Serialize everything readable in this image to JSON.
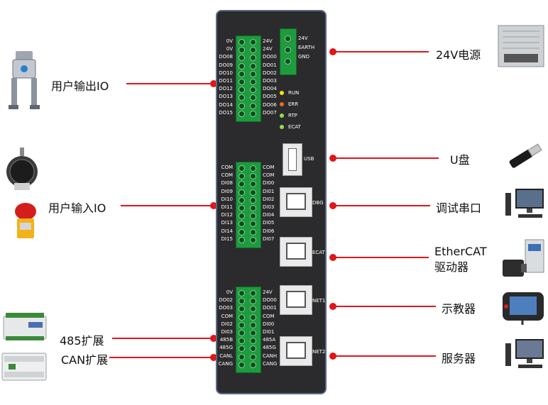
{
  "left_labels": {
    "user_output_io": "用户输出IO",
    "user_input_io": "用户输入IO",
    "rs485": "485扩展",
    "can": "CAN扩展"
  },
  "right_labels": {
    "power": "24V电源",
    "udisk": "U盘",
    "serial": "调试串口",
    "ethercat_line1": "EtherCAT",
    "ethercat_line2": "驱动器",
    "pendant": "示教器",
    "server": "服务器"
  },
  "device": {
    "output_block": {
      "left_pins": [
        "0V",
        "0V",
        "DO08",
        "DO09",
        "DO10",
        "DO11",
        "DO12",
        "DO13",
        "DO14",
        "DO15"
      ],
      "right_pins": [
        "24V",
        "24V",
        "DO00",
        "DO01",
        "DO02",
        "DO03",
        "DO04",
        "DO05",
        "DO06",
        "DO07"
      ]
    },
    "power_pins": [
      "24V",
      "EARTH",
      "GND"
    ],
    "leds": [
      {
        "label": "RUN",
        "color": "#f2e21a"
      },
      {
        "label": "ERR",
        "color": "#f06a1a"
      },
      {
        "label": "RTP",
        "color": "#8fe04a"
      },
      {
        "label": "ECAT",
        "color": "#8fe04a"
      }
    ],
    "usb_label": "USB",
    "input_block": {
      "left_pins": [
        "COM",
        "COM",
        "DI08",
        "DI09",
        "DI10",
        "DI11",
        "DI12",
        "DI13",
        "DI14",
        "DI15"
      ],
      "right_pins": [
        "COM",
        "COM",
        "DI00",
        "DI01",
        "DI02",
        "DI03",
        "DI04",
        "DI05",
        "DI06",
        "DI07"
      ]
    },
    "ports": [
      "DBG",
      "ECAT",
      "NET1",
      "NET2"
    ],
    "bottom_block": {
      "left_pins": [
        "0V",
        "DO02",
        "DO03",
        "COM",
        "DI02",
        "DI03",
        "485B",
        "485G",
        "CANL",
        "CANG"
      ],
      "right_pins": [
        "24V",
        "DO00",
        "DO01",
        "COM",
        "DI00",
        "DI01",
        "485A",
        "485G",
        "CANH",
        "CANG"
      ]
    }
  },
  "colors": {
    "line": "#e0161b",
    "terminal": "#1f9a3e",
    "device": "#2b2b2d"
  }
}
